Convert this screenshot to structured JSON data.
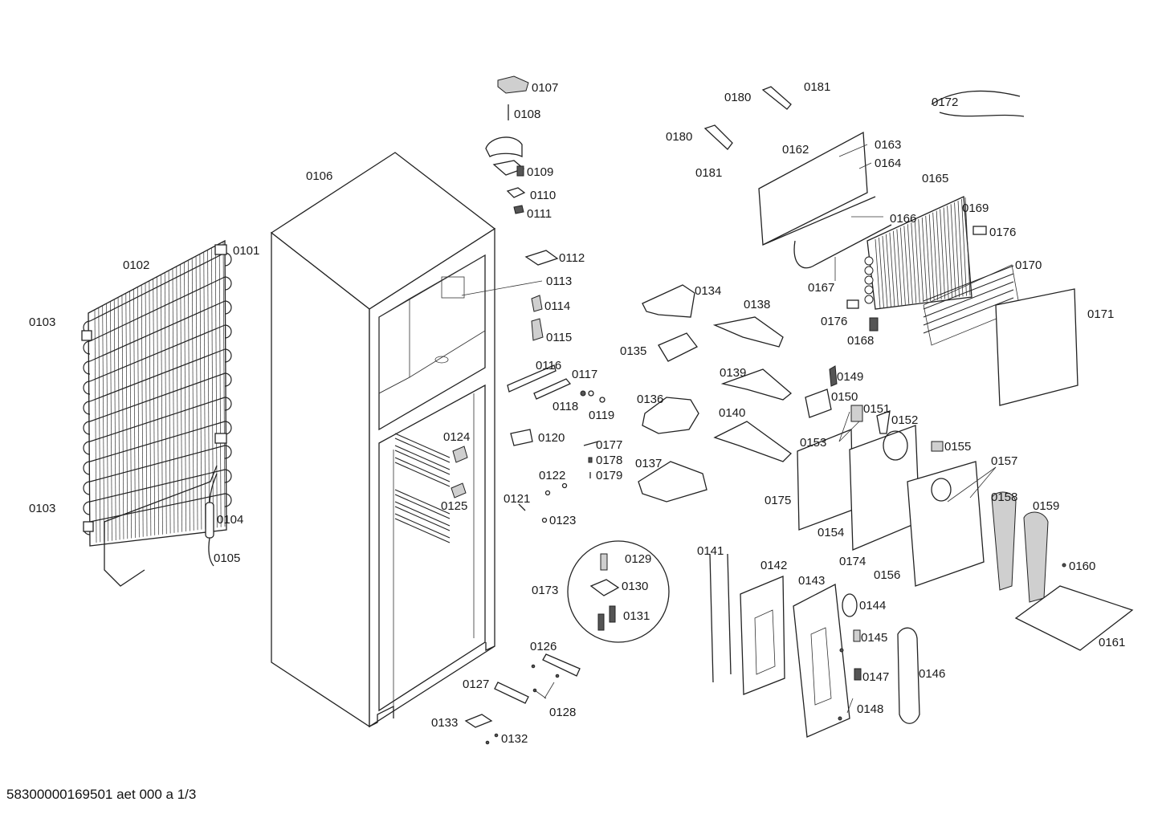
{
  "footer": "58300000169501 aet 000 a 1/3",
  "labels": [
    "0101",
    "0102",
    "0103",
    "0103",
    "0104",
    "0105",
    "0106",
    "0107",
    "0108",
    "0109",
    "0110",
    "0111",
    "0112",
    "0113",
    "0114",
    "0115",
    "0116",
    "0117",
    "0118",
    "0119",
    "0120",
    "0121",
    "0122",
    "0123",
    "0124",
    "0125",
    "0126",
    "0127",
    "0128",
    "0129",
    "0130",
    "0131",
    "0132",
    "0133",
    "0134",
    "0135",
    "0136",
    "0137",
    "0138",
    "0139",
    "0140",
    "0141",
    "0142",
    "0143",
    "0144",
    "0145",
    "0146",
    "0147",
    "0148",
    "0149",
    "0150",
    "0151",
    "0152",
    "0153",
    "0154",
    "0155",
    "0156",
    "0157",
    "0158",
    "0159",
    "0160",
    "0161",
    "0162",
    "0163",
    "0164",
    "0165",
    "0166",
    "0167",
    "0168",
    "0169",
    "0170",
    "0171",
    "0172",
    "0173",
    "0174",
    "0175",
    "0176",
    "0176",
    "0177",
    "0178",
    "0179",
    "0180",
    "0180",
    "0181",
    "0181"
  ]
}
